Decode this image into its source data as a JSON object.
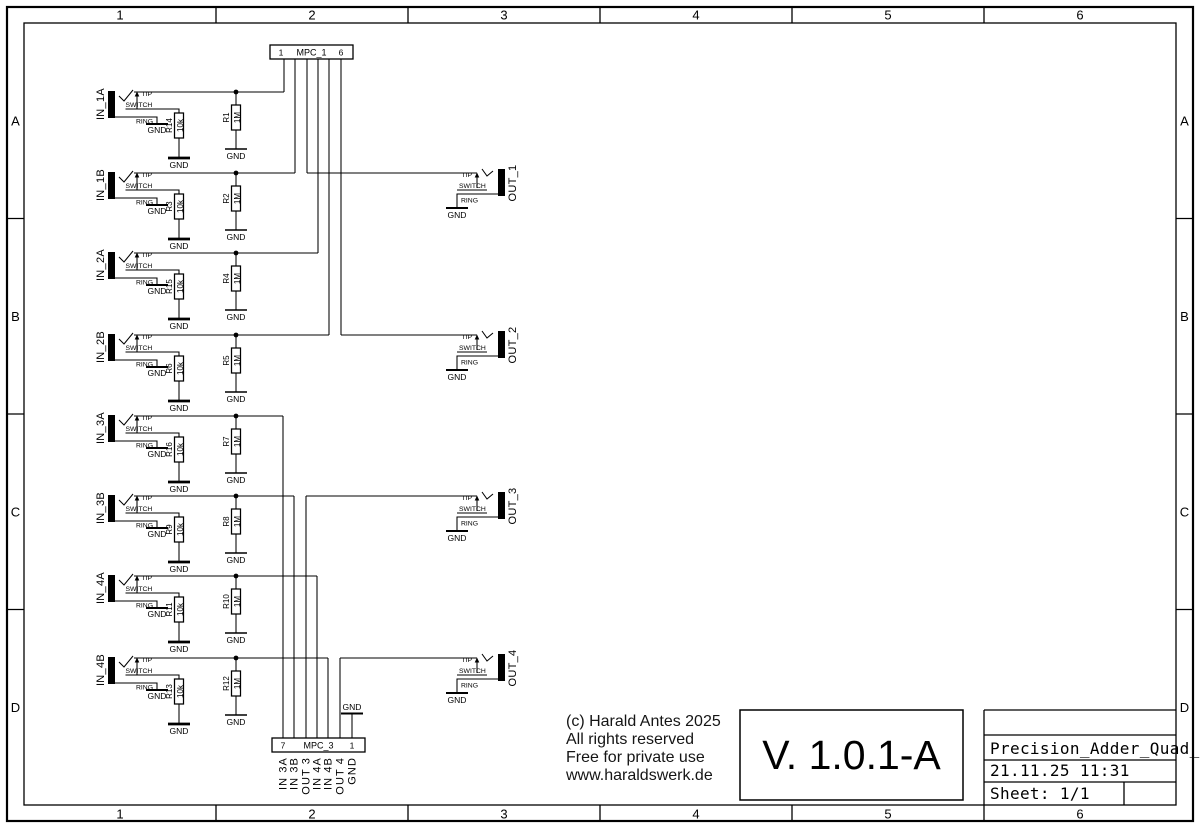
{
  "sheet_frame": {
    "columns": [
      "1",
      "2",
      "3",
      "4",
      "5",
      "6"
    ],
    "rows": [
      "A",
      "B",
      "C",
      "D"
    ]
  },
  "connectors": {
    "top": {
      "name": "MPC_1",
      "left_pin": "1",
      "right_pin": "6"
    },
    "bottom": {
      "name": "MPC_3",
      "left_pin": "7",
      "right_pin": "1",
      "pin_labels": [
        "IN 3A",
        "IN 3B",
        "OUT 3",
        "IN 4A",
        "IN 4B",
        "OUT 4",
        "GND"
      ]
    }
  },
  "jack_contact_labels": {
    "tip": "TIP",
    "switch": "SWITCH",
    "ring": "RING"
  },
  "gnd_label": "GND",
  "input_channels": [
    {
      "name": "IN_1A",
      "tip_resistor_ref": "R1",
      "tip_resistor_value": "1M",
      "switch_resistor_ref": "R14",
      "switch_resistor_value": "10k"
    },
    {
      "name": "IN_1B",
      "tip_resistor_ref": "R2",
      "tip_resistor_value": "1M",
      "switch_resistor_ref": "R3",
      "switch_resistor_value": "10k"
    },
    {
      "name": "IN_2A",
      "tip_resistor_ref": "R4",
      "tip_resistor_value": "1M",
      "switch_resistor_ref": "R15",
      "switch_resistor_value": "10k"
    },
    {
      "name": "IN_2B",
      "tip_resistor_ref": "R5",
      "tip_resistor_value": "1M",
      "switch_resistor_ref": "R6",
      "switch_resistor_value": "10k"
    },
    {
      "name": "IN_3A",
      "tip_resistor_ref": "R7",
      "tip_resistor_value": "1M",
      "switch_resistor_ref": "R16",
      "switch_resistor_value": "10k"
    },
    {
      "name": "IN_3B",
      "tip_resistor_ref": "R8",
      "tip_resistor_value": "1M",
      "switch_resistor_ref": "R9",
      "switch_resistor_value": "10k"
    },
    {
      "name": "IN_4A",
      "tip_resistor_ref": "R10",
      "tip_resistor_value": "1M",
      "switch_resistor_ref": "R11",
      "switch_resistor_value": "10k"
    },
    {
      "name": "IN_4B",
      "tip_resistor_ref": "R12",
      "tip_resistor_value": "1M",
      "switch_resistor_ref": "R13",
      "switch_resistor_value": "10k"
    }
  ],
  "output_channels": [
    {
      "name": "OUT_1"
    },
    {
      "name": "OUT_2"
    },
    {
      "name": "OUT_3"
    },
    {
      "name": "OUT_4"
    }
  ],
  "copyright": {
    "lines": [
      "(c) Harald Antes 2025",
      "All rights reserved",
      "Free for private use",
      "www.haraldswerk.de"
    ]
  },
  "title_block": {
    "version": "V. 1.0.1-A",
    "title": "Precision_Adder_Quad_",
    "date": "21.11.25 11:31",
    "sheet": "Sheet: 1/1"
  }
}
